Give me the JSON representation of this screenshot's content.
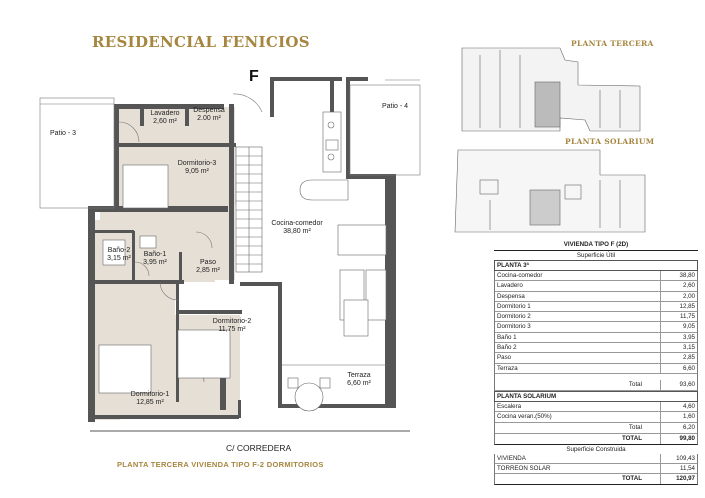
{
  "header": {
    "title": "RESIDENCIAL FENICIOS",
    "block_letter": "F"
  },
  "footer": {
    "street": "C/ CORREDERA",
    "subtitle": "PLANTA TERCERA VIVIENDA TIPO F-2 DORMITORIOS"
  },
  "key_plans": {
    "upper_title": "PLANTA TERCERA",
    "lower_title": "PLANTA SOLARIUM"
  },
  "rooms": {
    "lavadero": {
      "label": "Lavadero",
      "area": "2,60 m²"
    },
    "despensa": {
      "label": "Despensa",
      "area": "2.00 m²"
    },
    "dormitorio3": {
      "label": "Dormitorio-3",
      "area": "9,05 m²"
    },
    "cocina": {
      "label": "Cocina-comedor",
      "area": "38,80 m²"
    },
    "bano2": {
      "label": "Baño-2",
      "area": "3,15 m²"
    },
    "bano1": {
      "label": "Baño-1",
      "area": "3,95 m²"
    },
    "paso": {
      "label": "Paso",
      "area": "2,85 m²"
    },
    "dormitorio2": {
      "label": "Dormitorio-2",
      "area": "11,75 m²"
    },
    "dormitorio1": {
      "label": "Dormitorio-1",
      "area": "12,85 m²"
    },
    "terraza": {
      "label": "Terraza",
      "area": "6,60 m²"
    },
    "patio3": {
      "label": "Patio - 3"
    },
    "patio4": {
      "label": "Patio - 4"
    }
  },
  "surface_table": {
    "title": "VIVIENDA TIPO F  (2D)",
    "useful_header": "Superficie Útil",
    "floor3": {
      "label": "PLANTA 3ª",
      "rows": [
        {
          "name": "Cocina-comedor",
          "value": "38,80"
        },
        {
          "name": "Lavadero",
          "value": "2,60"
        },
        {
          "name": "Despensa",
          "value": "2,00"
        },
        {
          "name": "Dormitorio 1",
          "value": "12,85"
        },
        {
          "name": "Dormitorio 2",
          "value": "11,75"
        },
        {
          "name": "Dormitorio 3",
          "value": "9,05"
        },
        {
          "name": "Baño 1",
          "value": "3,95"
        },
        {
          "name": "Baño 2",
          "value": "3,15"
        },
        {
          "name": "Paso",
          "value": "2,85"
        },
        {
          "name": "Terraza",
          "value": "6,60"
        }
      ],
      "total_label": "Total",
      "total_value": "93,60"
    },
    "solarium": {
      "label": "PLANTA SOLARIUM",
      "rows": [
        {
          "name": "Escalera",
          "value": "4,60"
        },
        {
          "name": "Cocina veran.(50%)",
          "value": "1,60"
        }
      ],
      "total_label": "Total",
      "total_value": "6,20"
    },
    "grand_total_label": "TOTAL",
    "grand_total_value": "99,80",
    "built_header": "Superficie Construida",
    "built_rows": [
      {
        "name": "VIVIENDA",
        "value": "109,43"
      },
      {
        "name": "TORREON SOLAR",
        "value": "11,54"
      }
    ],
    "built_total_label": "TOTAL",
    "built_total_value": "120,97"
  },
  "colors": {
    "accent": "#a6863f",
    "floor": "#e6dfd6",
    "wall": "#555555",
    "line": "#444444"
  }
}
